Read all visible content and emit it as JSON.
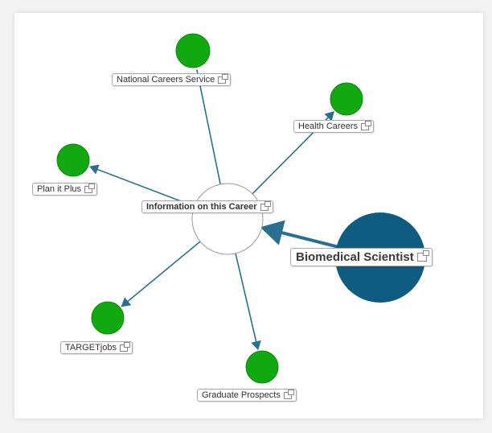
{
  "colors": {
    "leaf_node": "#12a812",
    "root_node": "#0f5c82",
    "center_node_fill": "#ffffff",
    "edge": "#2a6f8f",
    "label_border": "#a9a9a9"
  },
  "diagram": {
    "center": {
      "label": "Information on this Career"
    },
    "root": {
      "label": "Biomedical Scientist"
    },
    "leaves": [
      {
        "key": "national",
        "label": "National Careers Service"
      },
      {
        "key": "health",
        "label": "Health Careers"
      },
      {
        "key": "planit",
        "label": "Plan it Plus"
      },
      {
        "key": "target",
        "label": "TARGETjobs"
      },
      {
        "key": "graduate",
        "label": "Graduate Prospects"
      }
    ],
    "link_icon": "external-link-icon"
  }
}
